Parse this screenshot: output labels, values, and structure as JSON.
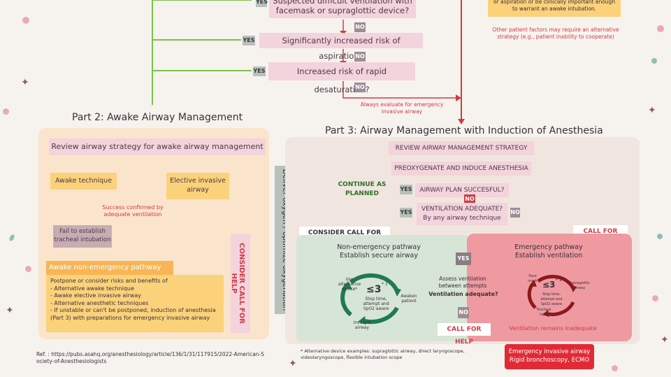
{
  "top": {
    "q1": "Suspected difficult ventilation with facemask or supraglottic device?",
    "q2": "Significantly increased risk of aspiration?",
    "q3": "Increased risk of rapid desaturation?",
    "yes": "YES",
    "no": "NO",
    "always_evaluate": "Always evaluate for emergency invasive airway",
    "right_box_text": "or aspiration or be clinically important enough to warrant an awake intubation.",
    "other_factors": "Other patient factors may require an alternative strategy (e.g., patient inability to cooperate)"
  },
  "part2": {
    "title": "Part 2: Awake Airway Management",
    "review": "Review airway strategy for awake airway management",
    "awake_technique": "Awake technique",
    "elective_invasive": "Elective invasive airway",
    "success": "Success confirmed by adequate ventilation",
    "fail": "Fail to establish tracheal intubation",
    "nonemergency_title": "Awake non-emergency pathway",
    "nonemergency_body": "Postpone or consider risks and benefits of\n - Alternative awake technique\n - Awake elective invasive airway\n - Alternative anesthetic techniques\n - If unstable or can't be postponed, induction of anesthesia (Part 3) with preparations for emergency invasive airway",
    "consider_call": "CONSIDER CALL FOR HELP"
  },
  "deliver_oxygen": "Deliver oxygen / optimize oxygenation",
  "part3": {
    "title": "Part 3: Airway Management with Induction of Anesthesia",
    "review": "REVIEW AIRWAY MANAGEMENT STRATEGY",
    "preoxygenate": "PREOXYGENATE AND INDUCE ANESTHESIA",
    "continue": "CONTINUE AS PLANNED",
    "airway_plan": "AIRWAY PLAN SUCCESFUL?",
    "ventilation": "VENTILATION ADEQUATE? By any airway technique",
    "consider_call": "CONSIDER CALL FOR HELP",
    "call_help": "CALL FOR HELP",
    "nonemergency_title": "Non-emergency pathway Establish secure airway",
    "emergency_title": "Emergency pathway Establish ventilation",
    "cycle_n": "≤3",
    "cycle_sup": "* 1",
    "nonemerg_labels": [
      "Use alternative device*",
      "Awaken patient",
      "Invasive airway",
      "Stop time, attempt and SpO2 aware"
    ],
    "emerg_labels": [
      "Face mask",
      "Supraglottic airway",
      "Tracheal tube",
      "Stop time, attempt and SpO2 aware"
    ],
    "assess": "Assess ventilation between attempts",
    "vent_adequate": "Ventilation adequate?",
    "call_help_bottom": "CALL FOR HELP",
    "remains_inadequate": "Ventilation remains inadequate",
    "emergency_invasive": "Emergency invasive airway Rigid bronchoscopy, ECMO",
    "footnote": "* Alternative device examples: supraglottic airway, direct laryngoscope, videolaryngoscope, flexible intubation scope"
  },
  "reference": "Ref. : https://pubs.asahq.org/anesthesiology/article/136/1/31/117915/2022-American-Society-of-Anesthesiologists",
  "colors": {
    "pink_box": "#f3d3dc",
    "yellow_box": "#fbd27a",
    "orange_panel": "#fbe4cc",
    "green_panel": "#d6e5d6",
    "red_panel": "#ee9aa0",
    "accent_red": "#d23a45",
    "accent_blue": "#21449a",
    "accent_green": "#7cc14a"
  }
}
